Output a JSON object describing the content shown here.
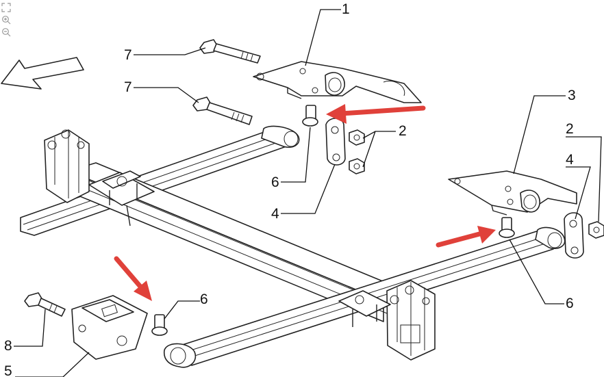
{
  "toolbar": {
    "icons": [
      "fit-screen-icon",
      "zoom-in-icon",
      "zoom-out-icon"
    ]
  },
  "callouts": {
    "c1": "1",
    "c2a": "2",
    "c2b": "2",
    "c3": "3",
    "c4a": "4",
    "c4b": "4",
    "c5": "5",
    "c6a": "6",
    "c6b": "6",
    "c6c": "6",
    "c7a": "7",
    "c7b": "7",
    "c8": "8"
  },
  "colors": {
    "highlight_arrow": "#e0413a",
    "ink": "#222222"
  }
}
